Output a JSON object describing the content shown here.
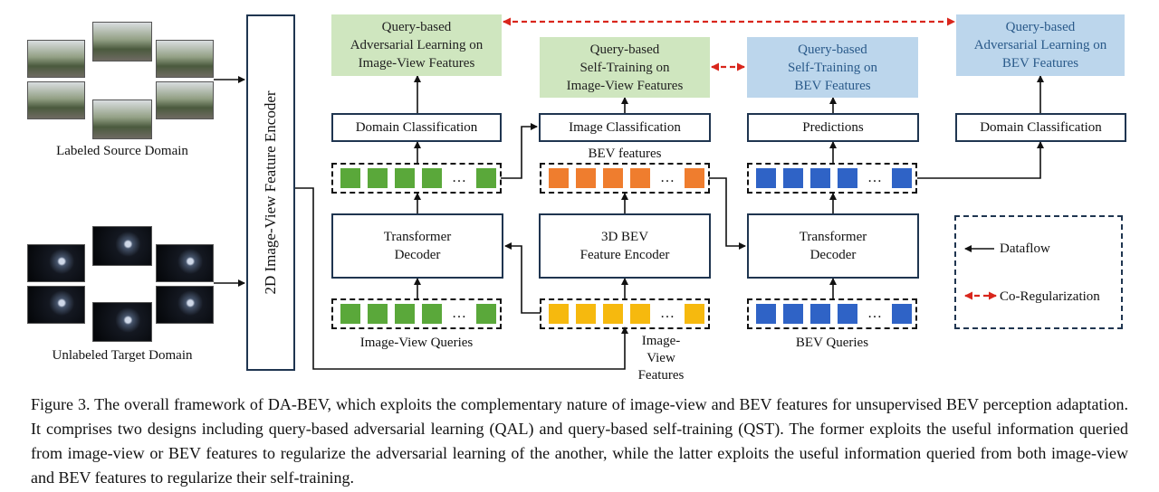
{
  "diagram": {
    "sources": {
      "labeled_label": "Labeled Source Domain",
      "unlabeled_label": "Unlabeled Target Domain"
    },
    "encoder_label": "2D Image-View Feature Encoder",
    "heads": {
      "qal_image": "Query-based\nAdversarial Learning on\nImage-View Features",
      "qst_image": "Query-based\nSelf-Training on\nImage-View Features",
      "qst_bev": "Query-based\nSelf-Training on\nBEV Features",
      "qal_bev": "Query-based\nAdversarial Learning on\nBEV Features"
    },
    "blocks": {
      "domain_cls_1": "Domain Classification",
      "image_cls": "Image Classification",
      "predictions": "Predictions",
      "domain_cls_2": "Domain Classification",
      "transformer_1": "Transformer\nDecoder",
      "bev_encoder": "3D BEV\nFeature Encoder",
      "transformer_2": "Transformer\nDecoder"
    },
    "sequence_labels": {
      "bev_features": "BEV features",
      "image_view_queries": "Image-View Queries",
      "image_view_features": "Image-View\nFeatures",
      "bev_queries": "BEV Queries"
    },
    "ellipsis": "…",
    "legend": {
      "dataflow": "Dataflow",
      "coreg": "Co-Regularization"
    },
    "colors": {
      "green_token": "#5aa83a",
      "orange_token": "#ef7d2e",
      "yellow_token": "#f6b90e",
      "blue_token": "#2f63c6",
      "green_head": "#cfe6bf",
      "blue_head": "#bcd6ec",
      "coreg_red": "#d9261c",
      "box_border": "#1f3550"
    }
  },
  "caption": "Figure 3. The overall framework of DA-BEV, which exploits the complementary nature of image-view and BEV features for unsupervised BEV perception adaptation. It comprises two designs including query-based adversarial learning (QAL) and query-based self-training (QST). The former exploits the useful information queried from image-view or BEV features to regularize the adversarial learning of the another, while the latter exploits the useful information queried from both image-view and BEV features to regularize their self-training."
}
